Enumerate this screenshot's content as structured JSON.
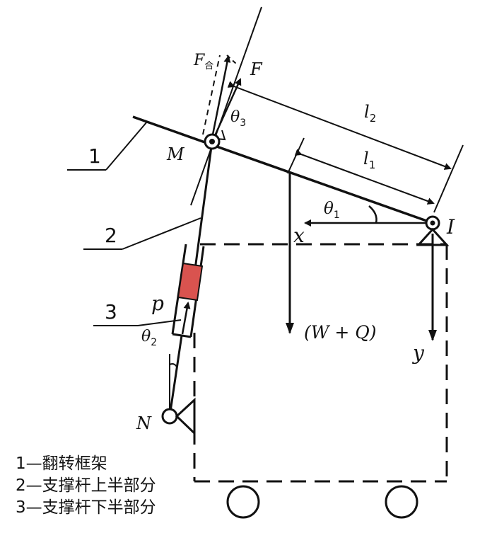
{
  "labels": {
    "F_combined": "F",
    "F_combined_sub": "合",
    "F": "F",
    "theta3": "θ",
    "theta3_sub": "3",
    "l2": "l",
    "l2_sub": "2",
    "l1": "l",
    "l1_sub": "1",
    "M": "M",
    "theta1": "θ",
    "theta1_sub": "1",
    "I": "I",
    "x": "x",
    "y": "y",
    "load": "(W + Q)",
    "p": "p",
    "theta2": "θ",
    "theta2_sub": "2",
    "N": "N",
    "part1": "1",
    "part2": "2",
    "part3": "3"
  },
  "legend": [
    "1—翻转框架",
    "2—支撑杆上半部分",
    "3—支撑杆下半部分"
  ],
  "colors": {
    "line": "#111111",
    "piston": "#d9534f"
  }
}
